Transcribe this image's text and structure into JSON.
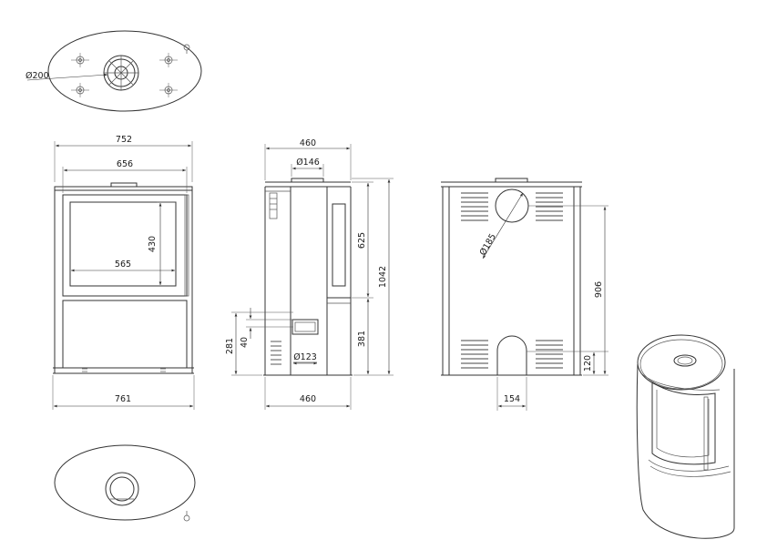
{
  "dimensions": {
    "flue_top_diameter": "Ø200",
    "front_top_width": "752",
    "front_inner_width": "656",
    "glass_height": "430",
    "glass_width": "565",
    "front_base_width": "761",
    "side_depth_top": "460",
    "side_flue_diameter": "Ø146",
    "side_height_625": "625",
    "side_total_height": "1042",
    "side_height_381": "381",
    "side_height_281": "281",
    "side_height_40": "40",
    "side_air_diameter": "Ø123",
    "side_depth_bottom": "460",
    "rear_flue_diameter": "Ø185",
    "rear_flue_height": "906",
    "rear_air_height": "120",
    "rear_air_width": "154"
  },
  "colors": {
    "line": "#333333",
    "background": "#ffffff"
  }
}
